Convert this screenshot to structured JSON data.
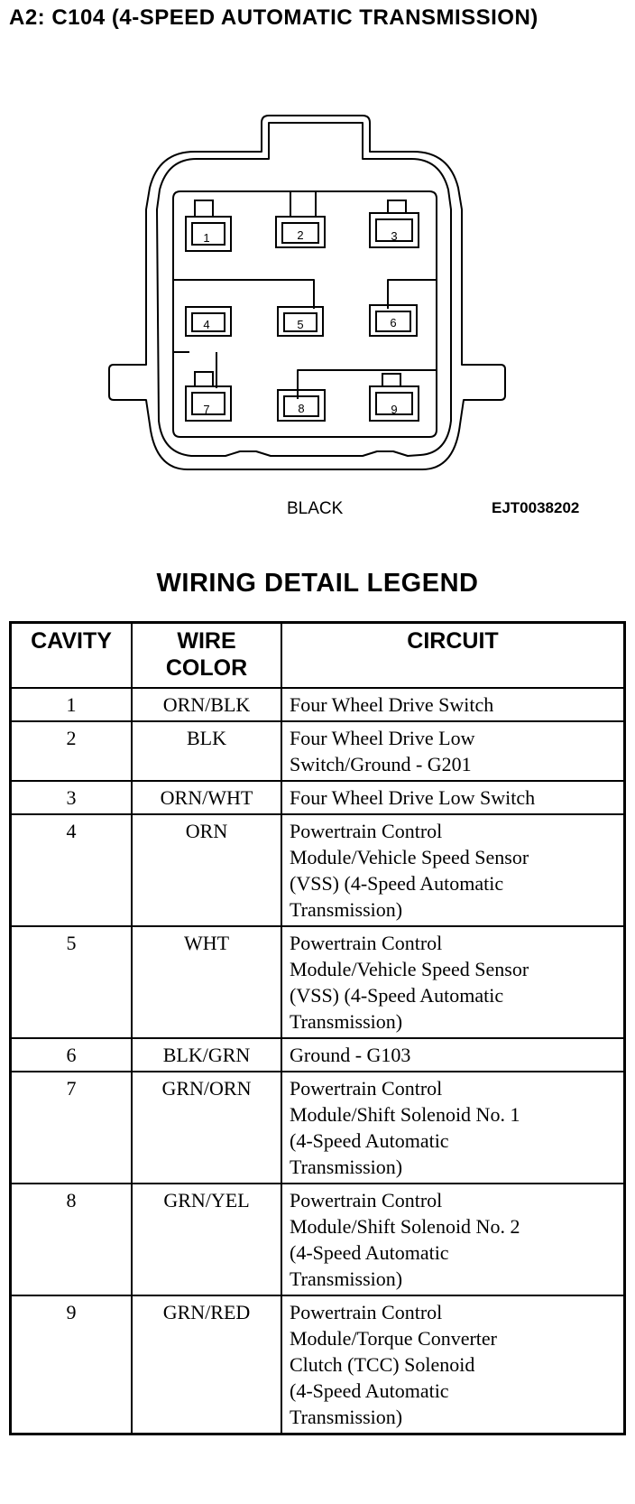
{
  "header": {
    "title": "A2: C104 (4-SPEED AUTOMATIC TRANSMISSION)"
  },
  "connector": {
    "color_label": "BLACK",
    "figure_id": "EJT0038202",
    "cavities": [
      "1",
      "2",
      "3",
      "4",
      "5",
      "6",
      "7",
      "8",
      "9"
    ]
  },
  "legend": {
    "title": "WIRING DETAIL LEGEND",
    "columns": {
      "cavity": "CAVITY",
      "wire_color_line1": "WIRE",
      "wire_color_line2": "COLOR",
      "circuit": "CIRCUIT"
    },
    "rows": [
      {
        "cavity": "1",
        "wire_color": "ORN/BLK",
        "circuit": [
          "Four Wheel Drive Switch"
        ]
      },
      {
        "cavity": "2",
        "wire_color": "BLK",
        "circuit": [
          "Four Wheel Drive Low",
          "Switch/Ground - G201"
        ]
      },
      {
        "cavity": "3",
        "wire_color": "ORN/WHT",
        "circuit": [
          "Four Wheel Drive Low Switch"
        ]
      },
      {
        "cavity": "4",
        "wire_color": "ORN",
        "circuit": [
          "Powertrain Control",
          "Module/Vehicle Speed Sensor",
          "(VSS) (4-Speed Automatic",
          "Transmission)"
        ]
      },
      {
        "cavity": "5",
        "wire_color": "WHT",
        "circuit": [
          "Powertrain Control",
          "Module/Vehicle Speed Sensor",
          "(VSS) (4-Speed Automatic",
          "Transmission)"
        ]
      },
      {
        "cavity": "6",
        "wire_color": "BLK/GRN",
        "circuit": [
          "Ground - G103"
        ]
      },
      {
        "cavity": "7",
        "wire_color": "GRN/ORN",
        "circuit": [
          "Powertrain Control",
          "Module/Shift Solenoid No. 1",
          "(4-Speed Automatic",
          "Transmission)"
        ]
      },
      {
        "cavity": "8",
        "wire_color": "GRN/YEL",
        "circuit": [
          "Powertrain Control",
          "Module/Shift Solenoid No. 2",
          "(4-Speed Automatic",
          "Transmission)"
        ]
      },
      {
        "cavity": "9",
        "wire_color": "GRN/RED",
        "circuit": [
          "Powertrain Control",
          "Module/Torque Converter",
          "Clutch (TCC) Solenoid",
          "(4-Speed Automatic",
          "Transmission)"
        ]
      }
    ]
  }
}
